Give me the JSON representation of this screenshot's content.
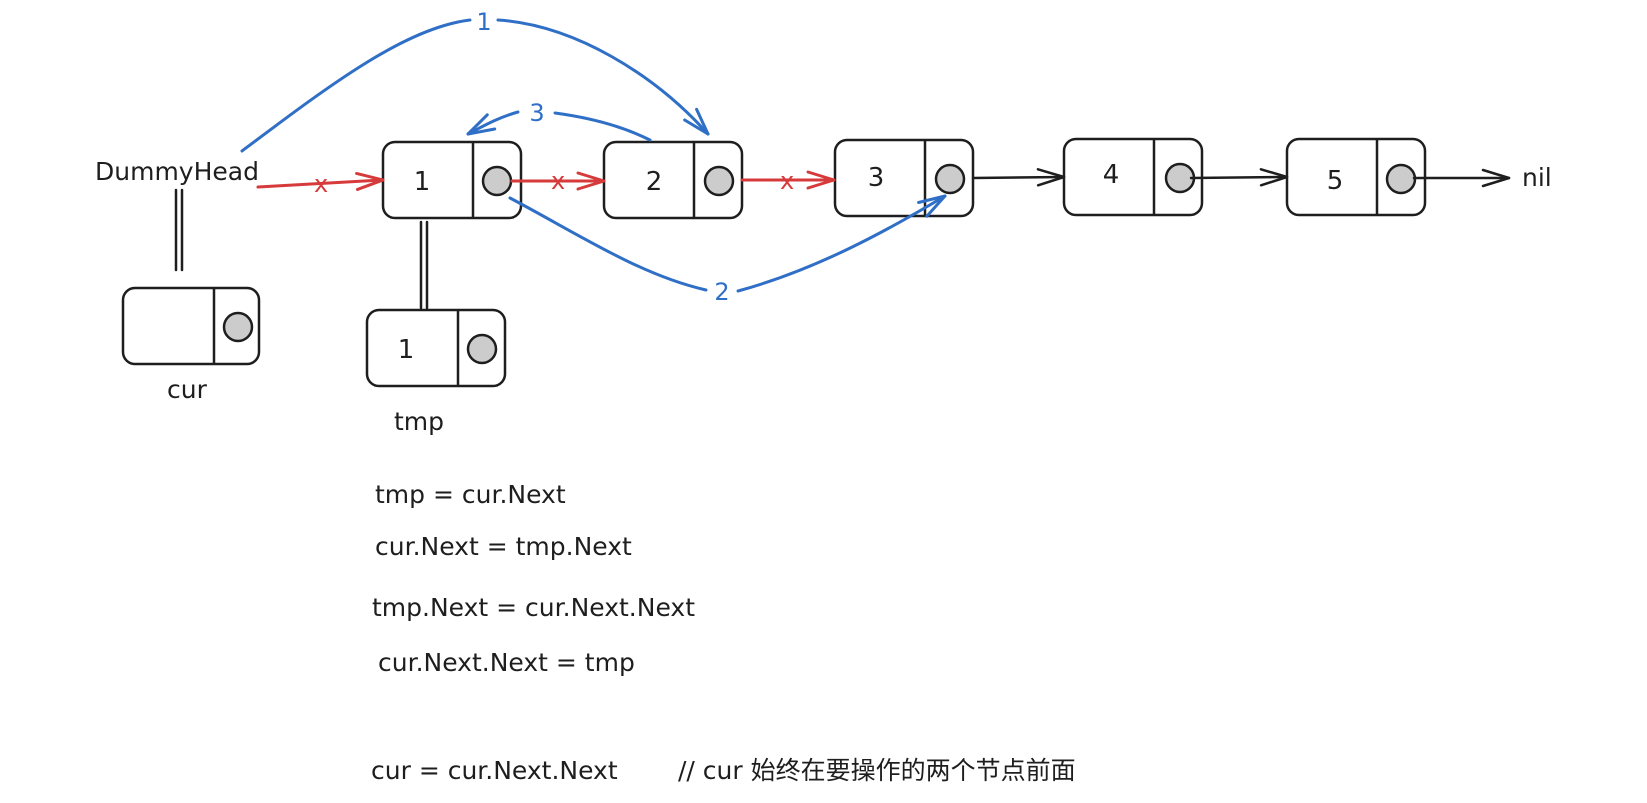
{
  "labels": {
    "dummy_head": "DummyHead",
    "cur": "cur",
    "tmp": "tmp",
    "nil": "nil"
  },
  "nodes": [
    {
      "id": "node-1",
      "value": "1"
    },
    {
      "id": "node-2",
      "value": "2"
    },
    {
      "id": "node-3",
      "value": "3"
    },
    {
      "id": "node-4",
      "value": "4"
    },
    {
      "id": "node-5",
      "value": "5"
    }
  ],
  "tmp_node_value": "1",
  "step_labels": {
    "step1": "1",
    "step2": "2",
    "step3": "3"
  },
  "removed_marker": "x",
  "code_lines": [
    "tmp = cur.Next",
    "cur.Next = tmp.Next",
    "tmp.Next = cur.Next.Next",
    "cur.Next.Next = tmp",
    "cur = cur.Next.Next",
    "// cur 始终在要操作的两个节点前面"
  ],
  "colors": {
    "new_link": "#2f6fc6",
    "removed_link": "#d63a3a",
    "link": "#1e1e1e",
    "pointer_dot": "#cccccc"
  }
}
